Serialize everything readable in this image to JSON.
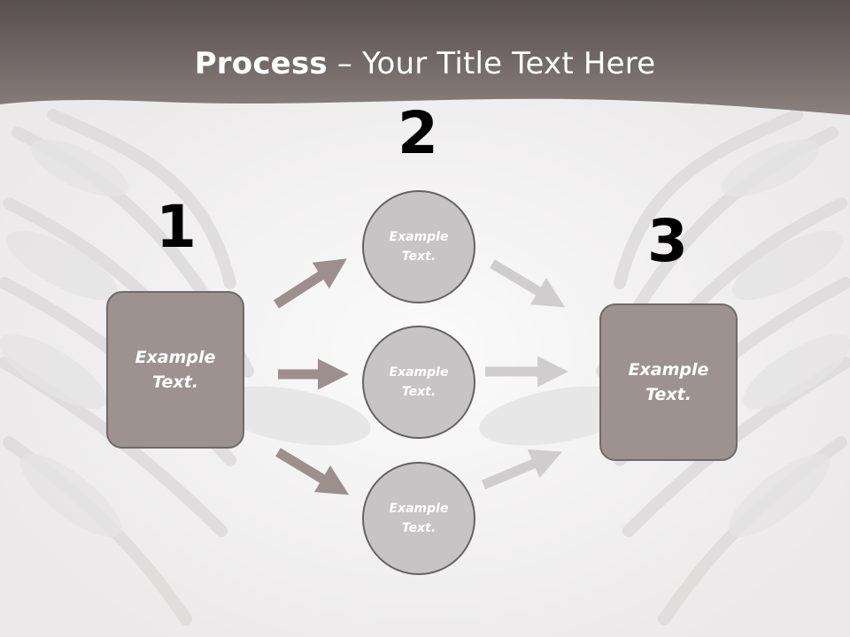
{
  "title": {
    "bold": "Process",
    "rest": " – Your Title Text Here"
  },
  "steps": [
    {
      "number": "1",
      "label": "Example Text."
    },
    {
      "number": "2",
      "label": "Example Text."
    },
    {
      "number": "3",
      "label": "Example Text."
    }
  ],
  "circles": [
    {
      "label": "Example Text."
    },
    {
      "label": "Example Text."
    },
    {
      "label": "Example Text."
    }
  ],
  "colors": {
    "header": "#6a605e",
    "box_fill": "#9e9290",
    "circle_fill": "#c6c4c4",
    "arrow_dark": "#9c8f8d",
    "arrow_light": "#cfcdcd"
  },
  "icons": [
    "angel-wings-icon"
  ]
}
